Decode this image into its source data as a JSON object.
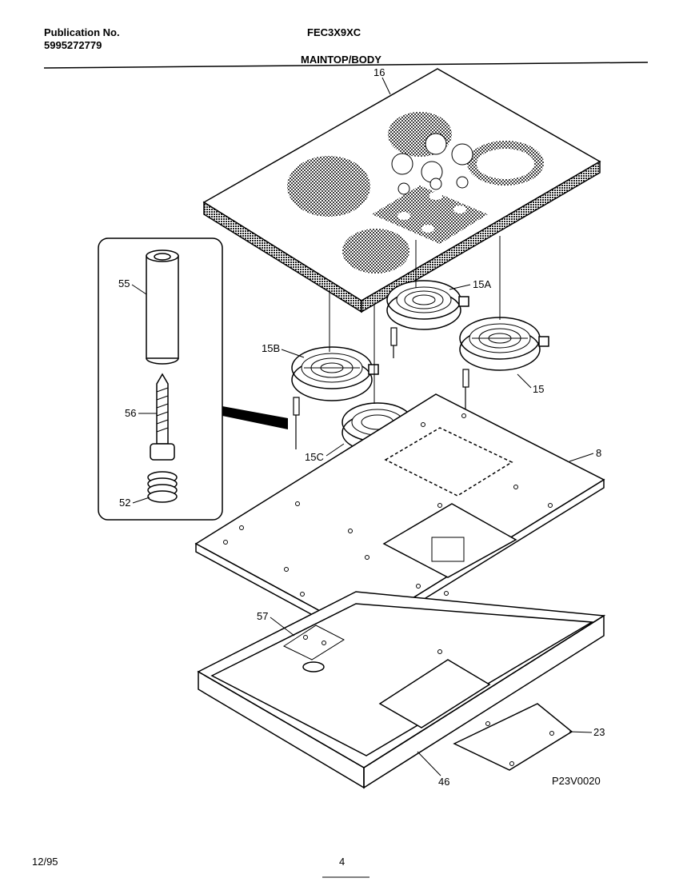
{
  "header": {
    "publication_label": "Publication No.",
    "publication_number": "5995272779",
    "model": "FEC3X9XC",
    "section_title": "MAINTOP/BODY"
  },
  "part_labels": {
    "p16": "16",
    "p15A": "15A",
    "p15B": "15B",
    "p15": "15",
    "p15C": "15C",
    "p8": "8",
    "p55": "55",
    "p56": "56",
    "p52": "52",
    "p57": "57",
    "p23": "23",
    "p46": "46"
  },
  "footer": {
    "date": "12/95",
    "page": "4",
    "drawing_code": "P23V0020"
  }
}
